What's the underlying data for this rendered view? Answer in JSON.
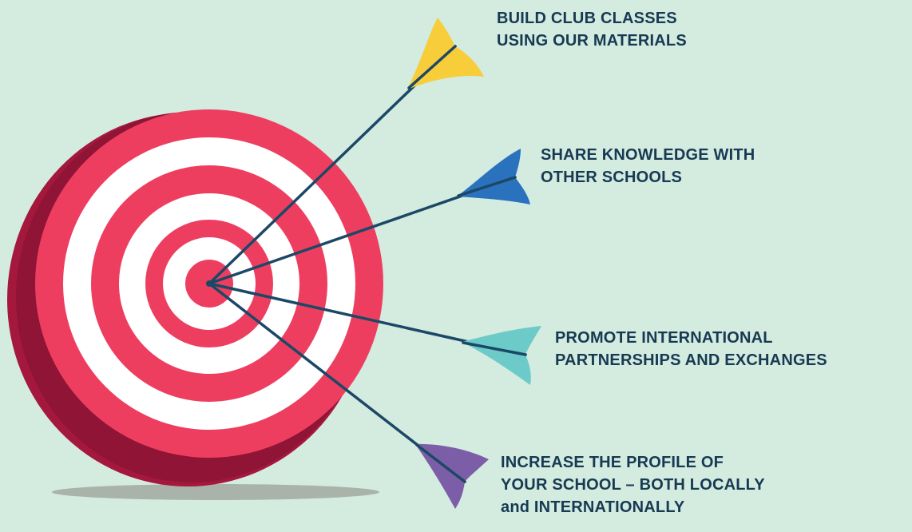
{
  "goals": [
    {
      "lines": [
        "BUILD CLUB CLASSES",
        "USING OUR MATERIALS"
      ],
      "color": "#f7cd3a"
    },
    {
      "lines": [
        "SHARE KNOWLEDGE WITH",
        "OTHER SCHOOLS"
      ],
      "color": "#2a72bd"
    },
    {
      "lines": [
        "PROMOTE INTERNATIONAL",
        "PARTNERSHIPS AND EXCHANGES"
      ],
      "color": "#6ccbc8"
    },
    {
      "lines": [
        "INCREASE THE PROFILE OF",
        "YOUR SCHOOL – BOTH LOCALLY",
        "and INTERNATIONALLY"
      ],
      "color": "#7c5ea8"
    }
  ],
  "colors": {
    "background": "#d4ebe0",
    "target_red": "#ee3e60",
    "target_white": "#ffffff",
    "target_side": "#a5183e",
    "shaft": "#1b4866",
    "text": "#173a52"
  }
}
